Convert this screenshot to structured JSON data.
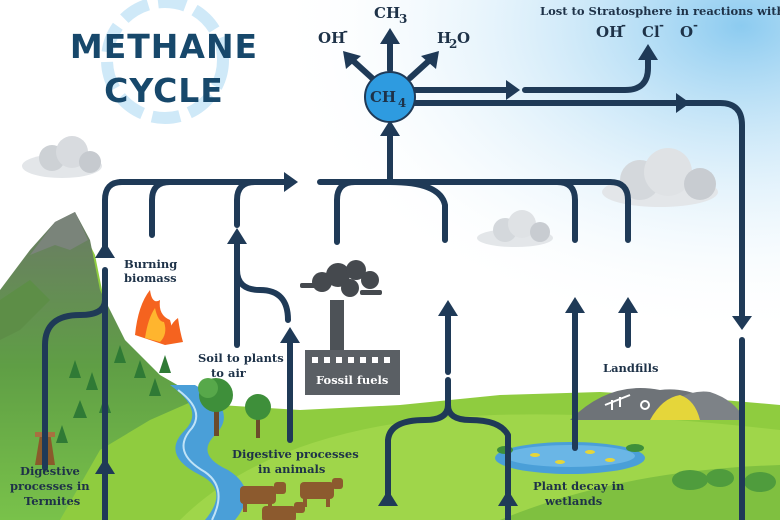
{
  "title": {
    "line1": "METHANE",
    "line2": "CYCLE"
  },
  "center": {
    "molecule": "CH",
    "subscript": "4"
  },
  "products": {
    "hydroxyl": "OH",
    "hydroxyl_charge": "-",
    "methyl": "CH",
    "methyl_sub": "3",
    "water": "H",
    "water_sub": "2",
    "water_tail": "O"
  },
  "stratosphere": {
    "heading": "Lost to Stratosphere in reactions with",
    "ion1": "OH",
    "ion2": "Cl",
    "ion3": "O",
    "charge": "-"
  },
  "sources": {
    "burning": [
      "Burning",
      "biomass"
    ],
    "soil": [
      "Soil to plants",
      "to air"
    ],
    "fossil": "Fossil fuels",
    "termites": [
      "Digestive",
      "processes in",
      "Termites"
    ],
    "animals": [
      "Digestive processes",
      "in animals"
    ],
    "wetlands": [
      "Plant decay in",
      "wetlands"
    ],
    "landfills": "Landfills"
  },
  "colors": {
    "arrow": "#1f3a57",
    "ch4_fill": "#2e9be0",
    "grass_light": "#a8d84a",
    "grass_dark": "#5cae3a",
    "mountain": "#6f8f52",
    "sky": "#9fd3f2",
    "title": "#17486b"
  }
}
